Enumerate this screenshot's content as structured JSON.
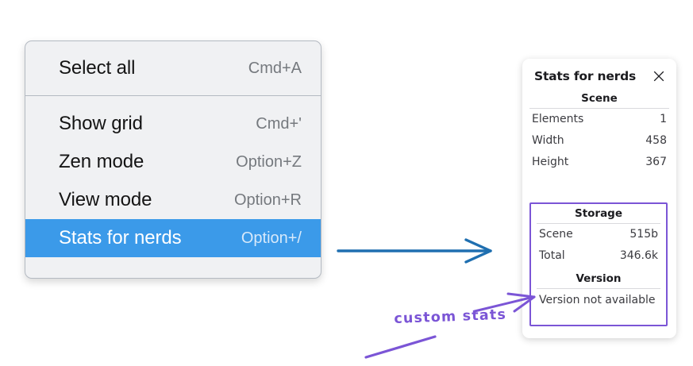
{
  "context_menu": {
    "sections": [
      {
        "items": [
          {
            "label": "Select all",
            "shortcut": "Cmd+A",
            "selected": false
          }
        ]
      },
      {
        "items": [
          {
            "label": "Show grid",
            "shortcut": "Cmd+'",
            "selected": false
          },
          {
            "label": "Zen mode",
            "shortcut": "Option+Z",
            "selected": false
          },
          {
            "label": "View mode",
            "shortcut": "Option+R",
            "selected": false
          },
          {
            "label": "Stats for nerds",
            "shortcut": "Option+/",
            "selected": true
          }
        ]
      }
    ]
  },
  "stats_panel": {
    "title": "Stats for nerds",
    "close_icon": "close-icon",
    "scene": {
      "heading": "Scene",
      "rows": [
        {
          "key": "Elements",
          "value": "1"
        },
        {
          "key": "Width",
          "value": "458"
        },
        {
          "key": "Height",
          "value": "367"
        }
      ]
    },
    "storage": {
      "heading": "Storage",
      "rows": [
        {
          "key": "Scene",
          "value": "515b"
        },
        {
          "key": "Total",
          "value": "346.6k"
        }
      ]
    },
    "version": {
      "heading": "Version",
      "text": "Version not available"
    }
  },
  "annotations": {
    "handwriting_label": "custom stats",
    "arrow_blue": "arrow-right-icon",
    "arrow_purple": "arrow-pointer-icon",
    "colors": {
      "menu_highlight": "#3b9ae9",
      "annotation_blue": "#1f6fb0",
      "annotation_purple": "#7b55d6",
      "menu_background": "#f0f1f3",
      "panel_background": "#ffffff"
    }
  }
}
